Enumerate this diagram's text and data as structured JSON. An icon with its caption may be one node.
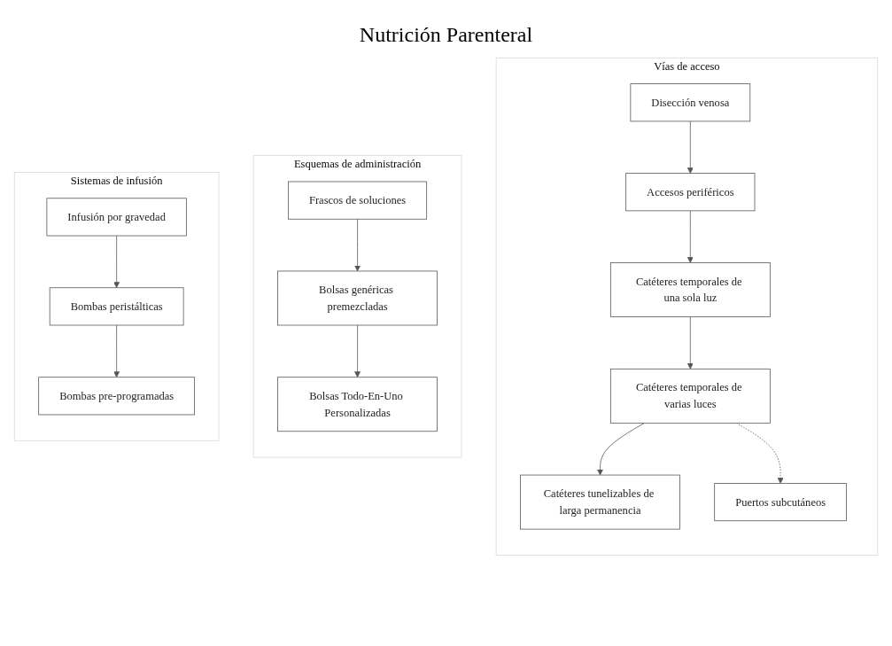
{
  "diagram": {
    "title": "Nutrición Parenteral",
    "nodes": [
      {
        "text": [
          "Vías de acceso"
        ]
      },
      {
        "text": [
          "Catéteres tunelizables de larga permanencia"
        ],
        "in": 0
      },
      {
        "text": [
          "Puertos subcutáneos"
        ],
        "in": 0
      },
      {
        "text": [
          "Catéteres temporales de varias luces"
        ],
        "in": 0
      },
      {
        "text": [
          "Catéteres temporales de una sola luz"
        ],
        "in": 0
      },
      {
        "text": [
          "Accesos periféricos"
        ],
        "in": 0
      },
      {
        "text": [
          "Disección venosa"
        ],
        "in": 0
      },
      {
        "text": [
          "Esquemas de administración"
        ]
      },
      {
        "text": [
          "Bolsas Todo-En-Uno Personalizadas"
        ],
        "in": 7
      },
      {
        "text": [
          "Bolsas genéricas premezcladas"
        ],
        "in": 7
      },
      {
        "text": [
          "Frascos de soluciones"
        ],
        "in": 7
      },
      {
        "text": [
          "Sistemas de infusión"
        ]
      },
      {
        "text": [
          "Bombas pre-programadas"
        ],
        "in": 11
      },
      {
        "text": [
          "Bombas peristálticas"
        ],
        "in": 11
      },
      {
        "text": [
          "Infusión por gravedad"
        ],
        "in": 11
      }
    ],
    "edges": [
      {
        "from": 6,
        "to": 5,
        "arrow": "to"
      },
      {
        "from": 5,
        "to": 4,
        "arrow": "to"
      },
      {
        "from": 4,
        "to": 3,
        "arrow": "to"
      },
      {
        "from": 3,
        "to": 1,
        "arrow": "to"
      },
      {
        "from": 3,
        "to": 2,
        "arrow": "to",
        "style": "dashed"
      },
      {
        "from": 10,
        "to": 9,
        "arrow": "to"
      },
      {
        "from": 9,
        "to": 8,
        "arrow": "to"
      },
      {
        "from": 14,
        "to": 13,
        "arrow": "to"
      },
      {
        "from": 13,
        "to": 12,
        "arrow": "to"
      }
    ]
  }
}
